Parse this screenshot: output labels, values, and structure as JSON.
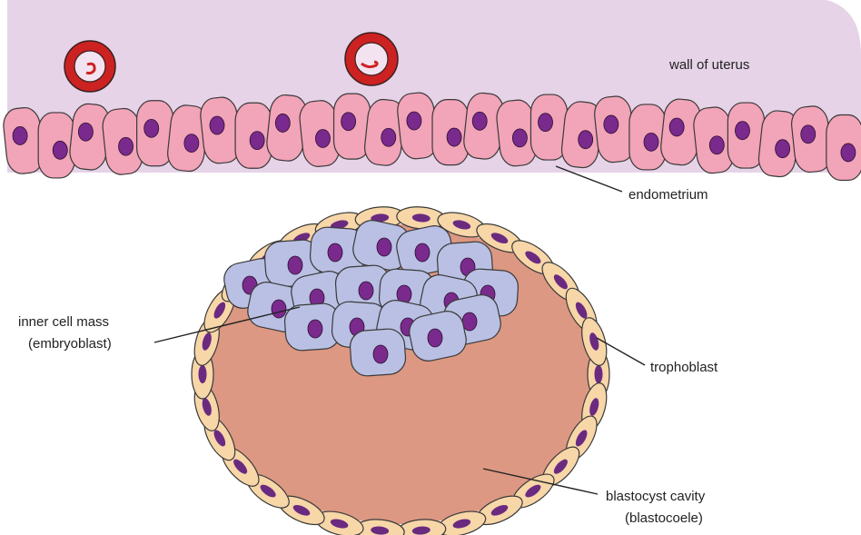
{
  "labels": {
    "wall_of_uterus": "wall of uterus",
    "endometrium": "endometrium",
    "inner_cell_mass_line1": "inner cell mass",
    "inner_cell_mass_line2": "(embryoblast)",
    "trophoblast": "trophoblast",
    "blastocyst_cavity_line1": "blastocyst cavity",
    "blastocyst_cavity_line2": "(blastocoele)"
  },
  "colors": {
    "uterus_wall": "#e6d3e8",
    "endometrium_cell": "#f2a4b8",
    "nucleus": "#7a2a8c",
    "trophoblast_cell": "#f7d6a8",
    "trophoblast_nucleus": "#6a2a80",
    "inner_cell_mass": "#b9c0e3",
    "cavity": "#dc9882",
    "blood_vessel": "#cc2222",
    "outline": "#3a3a3a"
  }
}
